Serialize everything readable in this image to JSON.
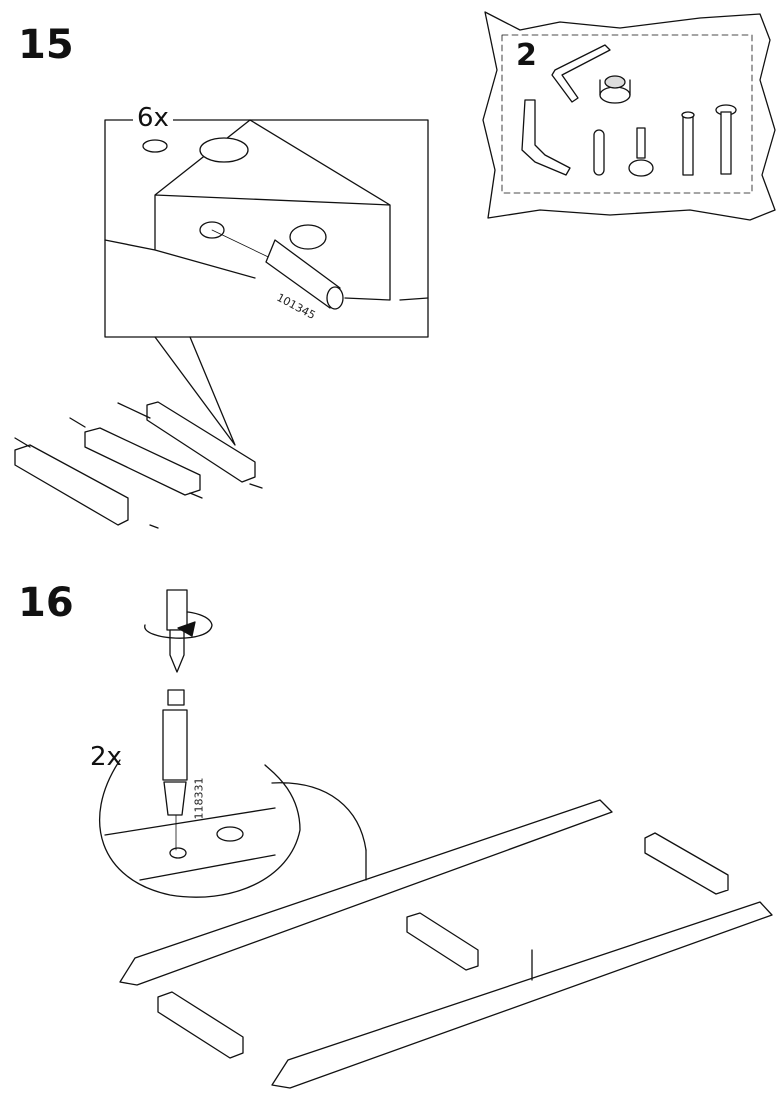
{
  "step15": {
    "number": "15",
    "detail_quantity": "6x",
    "part_number": "101345"
  },
  "parts_box": {
    "number": "2"
  },
  "step16": {
    "number": "16",
    "detail_quantity": "2x",
    "part_number": "118331"
  },
  "icons": [
    "dowel-icon",
    "cam-lock-icon",
    "allen-key-icon",
    "screwdriver-icon",
    "rotate-arrow-icon",
    "connector-bolt-icon"
  ]
}
